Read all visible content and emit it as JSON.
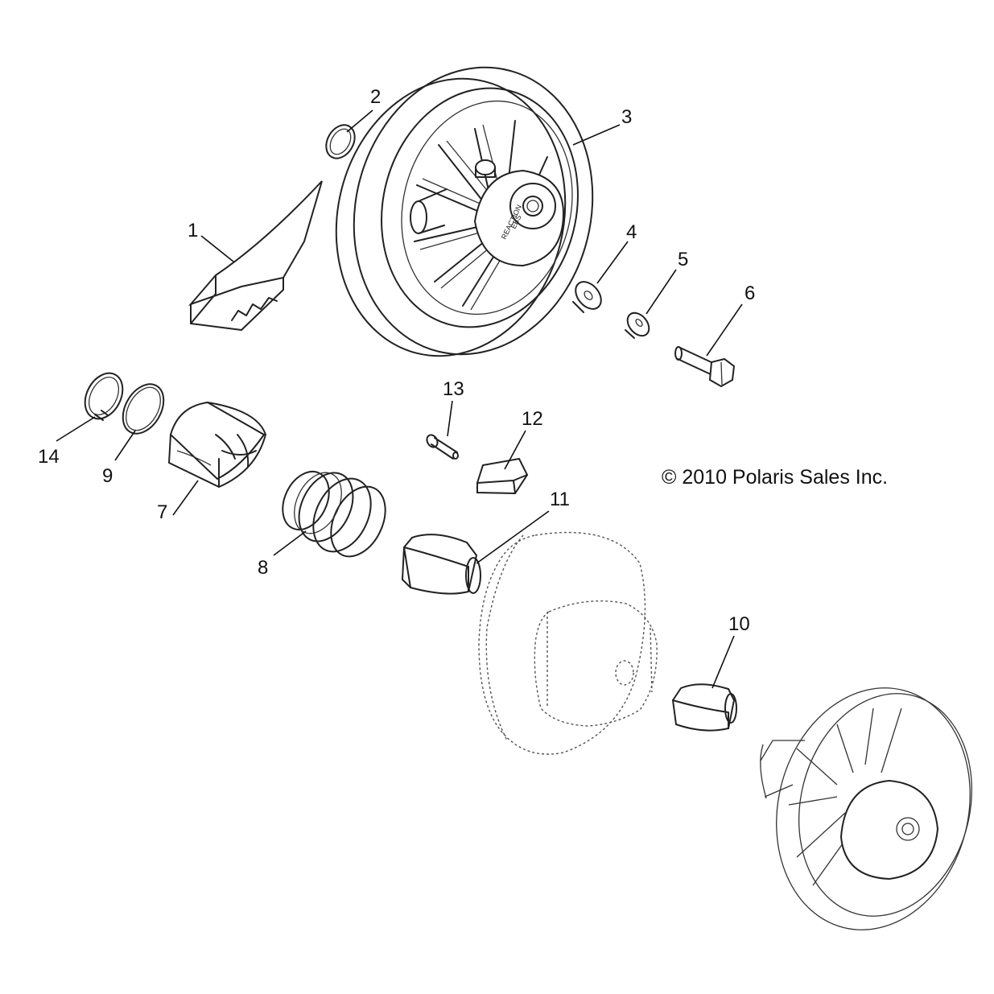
{
  "copyright": "© 2010 Polaris Sales Inc.",
  "hub_text": {
    "line1": "REACTION",
    "line2": "EBS"
  },
  "callouts": [
    {
      "id": "1",
      "label": "1"
    },
    {
      "id": "2",
      "label": "2"
    },
    {
      "id": "3",
      "label": "3"
    },
    {
      "id": "4",
      "label": "4"
    },
    {
      "id": "5",
      "label": "5"
    },
    {
      "id": "6",
      "label": "6"
    },
    {
      "id": "7",
      "label": "7"
    },
    {
      "id": "8",
      "label": "8"
    },
    {
      "id": "9",
      "label": "9"
    },
    {
      "id": "10",
      "label": "10"
    },
    {
      "id": "11",
      "label": "11"
    },
    {
      "id": "12",
      "label": "12"
    },
    {
      "id": "13",
      "label": "13"
    },
    {
      "id": "14",
      "label": "14"
    }
  ]
}
